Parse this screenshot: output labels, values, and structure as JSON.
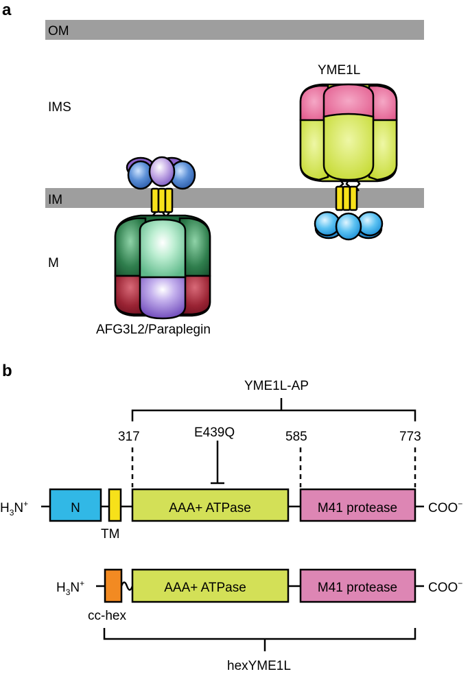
{
  "panel_a": {
    "label": "a",
    "membranes": {
      "om": "OM",
      "ims": "IMS",
      "im": "IM",
      "matrix": "M"
    },
    "complexes": {
      "left": "AFG3L2/Paraplegin",
      "right": "YME1L"
    },
    "colors": {
      "membrane": "#9e9e9e",
      "afg3l2_green": "#1f6b3d",
      "afg3l2_light": "#8fdab0",
      "afg3l2_red": "#8b1e2c",
      "afg3l2_purple": "#7b58c2",
      "yme1l_pink": "#e15a8a",
      "yme1l_lime": "#cbe03a",
      "tm_yellow": "#f7e11a",
      "n_blue": "#39a9e6"
    }
  },
  "panel_b": {
    "label": "b",
    "bracket_top": "YME1L-AP",
    "bracket_bottom": "hexYME1L",
    "positions": [
      "317",
      "585",
      "773"
    ],
    "mutation": "E439Q",
    "row1": {
      "n_term_main": "H",
      "n_term_sub": "3",
      "n_term_rest": "N",
      "n_term_sup": "+",
      "domain_n": "N",
      "domain_tm": "TM",
      "domain_aaa": "AAA+ ATPase",
      "domain_m41": "M41 protease",
      "c_term": "COO",
      "c_term_sup": "−"
    },
    "row2": {
      "n_term_main": "H",
      "n_term_sub": "3",
      "n_term_rest": "N",
      "n_term_sup": "+",
      "domain_cc": "cc-hex",
      "domain_aaa": "AAA+ ATPase",
      "domain_m41": "M41 protease",
      "c_term": "COO",
      "c_term_sup": "−"
    },
    "colors": {
      "n": "#31b8e6",
      "tm": "#f7e11a",
      "aaa": "#d3e057",
      "m41": "#dd86b4",
      "cc": "#f28a22"
    }
  }
}
